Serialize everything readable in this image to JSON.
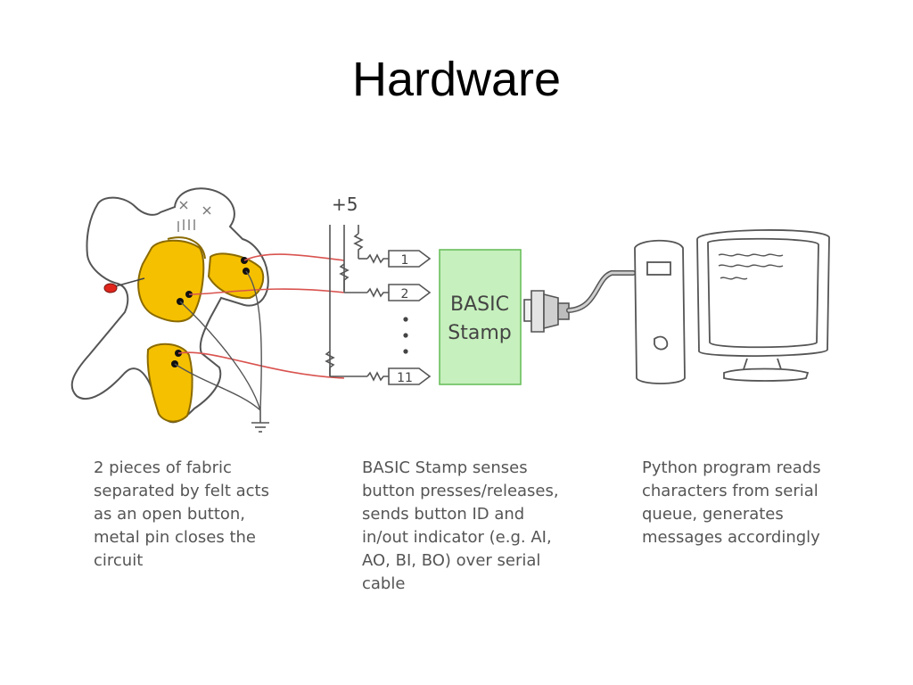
{
  "slide": {
    "title": "Hardware"
  },
  "diagram": {
    "supply_label": "+5",
    "stamp_label_line1": "BASIC",
    "stamp_label_line2": "Stamp",
    "input_labels": [
      "1",
      "2",
      "11"
    ],
    "colors": {
      "fabric": "#f5c000",
      "fabric_edge": "#8a6a00",
      "stamp_fill": "#c6f0bd",
      "stamp_edge": "#6bbf5c",
      "wire_red": "#d9534f",
      "pin_head": "#e0261c",
      "line": "#555555"
    }
  },
  "captions": {
    "left": "2 pieces of fabric\nseparated by felt acts\nas an open button,\nmetal pin closes the\ncircuit",
    "middle": "BASIC Stamp senses\nbutton presses/releases,\nsends button ID and\nin/out indicator (e.g. AI,\nAO, BI, BO) over serial\ncable",
    "right": "Python program reads\ncharacters from serial\nqueue, generates\nmessages accordingly"
  }
}
